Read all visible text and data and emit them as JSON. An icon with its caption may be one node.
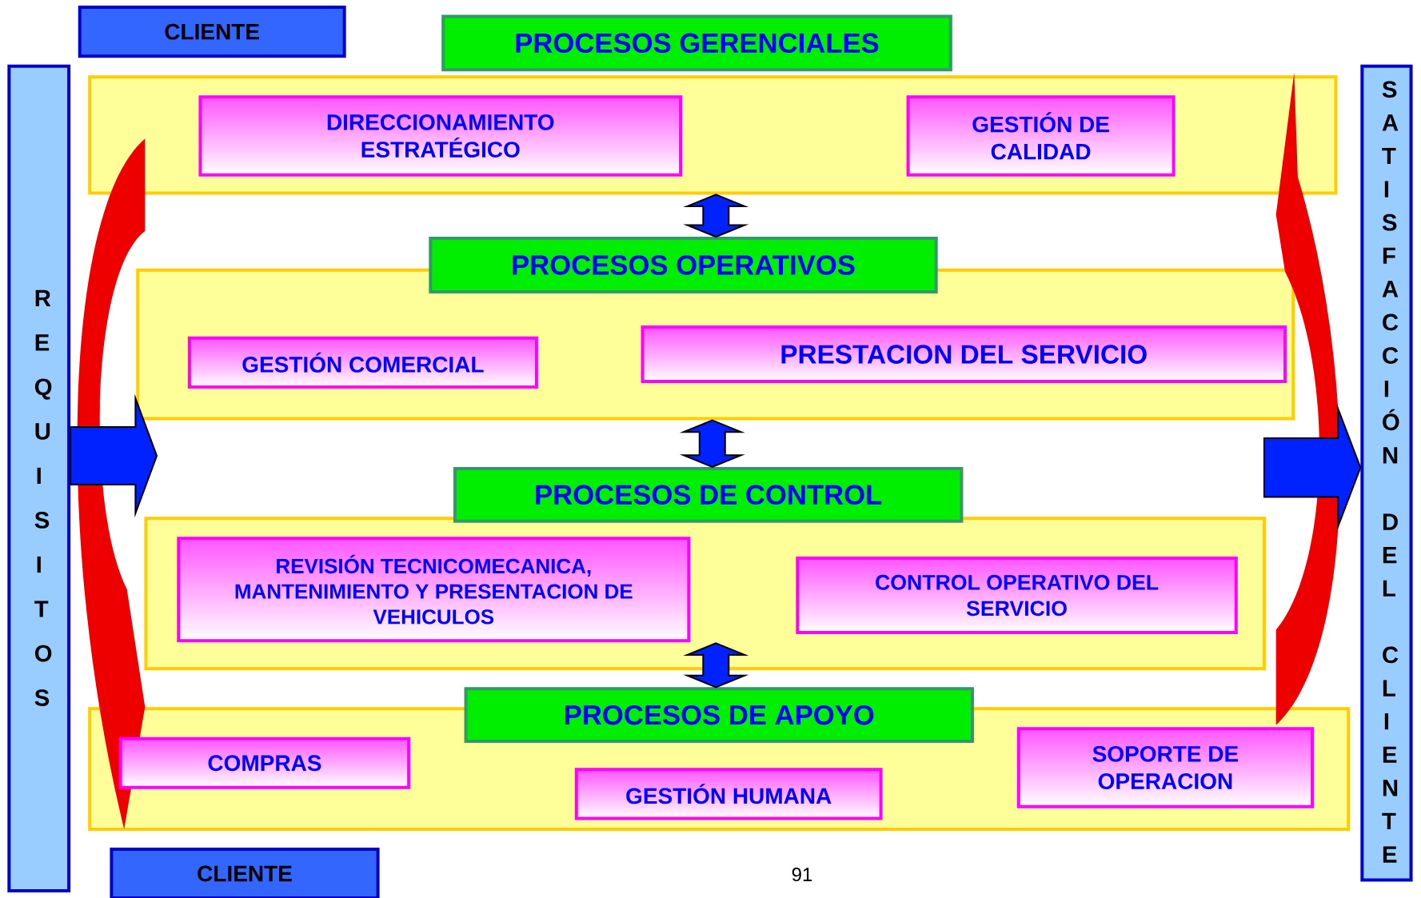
{
  "diagram": {
    "nodes": [
      {
        "text": [
          "CLIENTE"
        ]
      },
      {
        "text": [
          "PROCESOS GERENCIALES"
        ]
      },
      {
        "text": [
          "REQUISITOS"
        ]
      },
      {
        "text": [
          "SATISFACCIÓN DEL CLIENTE"
        ]
      },
      {
        "text": [],
        "shape": "box"
      },
      {
        "text": [
          "DIRECCIONAMIENTO ESTRATÉGICO"
        ],
        "in": 4
      },
      {
        "text": [
          "GESTIÓN DE CALIDAD"
        ],
        "in": 4
      },
      {
        "text": [
          "PROCESOS OPERATIVOS"
        ]
      },
      {
        "text": [],
        "shape": "box"
      },
      {
        "text": [
          "GESTIÓN COMERCIAL"
        ],
        "in": 8
      },
      {
        "text": [
          "PRESTACION DEL SERVICIO"
        ],
        "in": 8
      },
      {
        "text": [
          "PROCESOS DE CONTROL"
        ]
      },
      {
        "text": [],
        "shape": "box"
      },
      {
        "text": [
          "REVISIÓN TECNICOMECANICA, MANTENIMIENTO Y PRESENTACION DE VEHICULOS"
        ],
        "in": 12
      },
      {
        "text": [
          "CONTROL OPERATIVO DEL SERVICIO"
        ],
        "in": 12
      },
      {
        "text": [
          "PROCESOS DE APOYO"
        ]
      },
      {
        "text": [],
        "shape": "box"
      },
      {
        "text": [
          "COMPRAS"
        ],
        "in": 16
      },
      {
        "text": [
          "GESTIÓN HUMANA"
        ],
        "in": 16
      },
      {
        "text": [
          "SOPORTE DE OPERACION"
        ],
        "in": 16
      },
      {
        "text": [
          "CLIENTE"
        ]
      }
    ],
    "edges": [
      {
        "from": 4,
        "to": 7,
        "arrow": "both",
        "style": "thick"
      },
      {
        "from": 8,
        "to": 11,
        "arrow": "both",
        "style": "thick"
      },
      {
        "from": 12,
        "to": 15,
        "arrow": "both",
        "style": "thick"
      },
      {
        "from": 2,
        "to": null,
        "arrow": "to",
        "style": "thick"
      },
      {
        "from": null,
        "to": 3,
        "arrow": "to",
        "style": "thick"
      }
    ],
    "labels": [
      "91"
    ]
  }
}
